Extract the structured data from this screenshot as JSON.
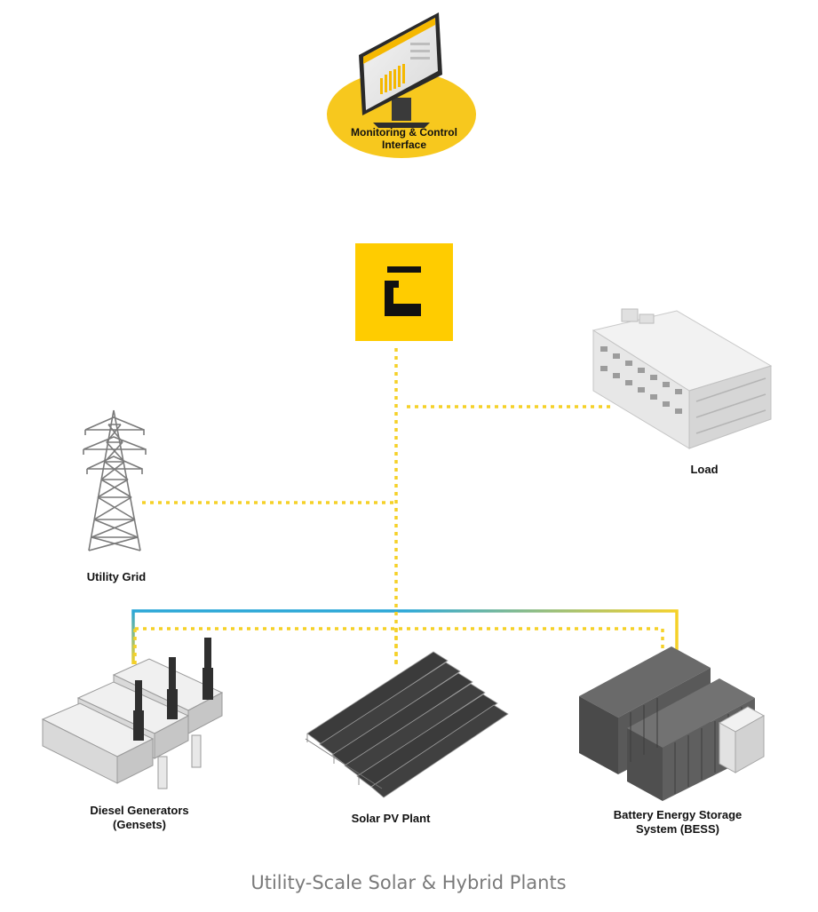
{
  "nodes": {
    "monitor_label": "Monitoring & Control\nInterface",
    "controller_logo": "E",
    "load_label": "Load",
    "grid_label": "Utility Grid",
    "diesel_label": "Diesel Generators\n(Gensets)",
    "solar_label": "Solar PV Plant",
    "bess_label": "Battery Energy Storage\nSystem (BESS)"
  },
  "caption": "Utility-Scale Solar & Hybrid Plants",
  "colors": {
    "accent_yellow": "#FFCC00",
    "power_blue": "#2AA7D8",
    "data_dotted_yellow": "#F5D128",
    "label_text": "#111111",
    "caption_text": "#7a7a7a"
  }
}
